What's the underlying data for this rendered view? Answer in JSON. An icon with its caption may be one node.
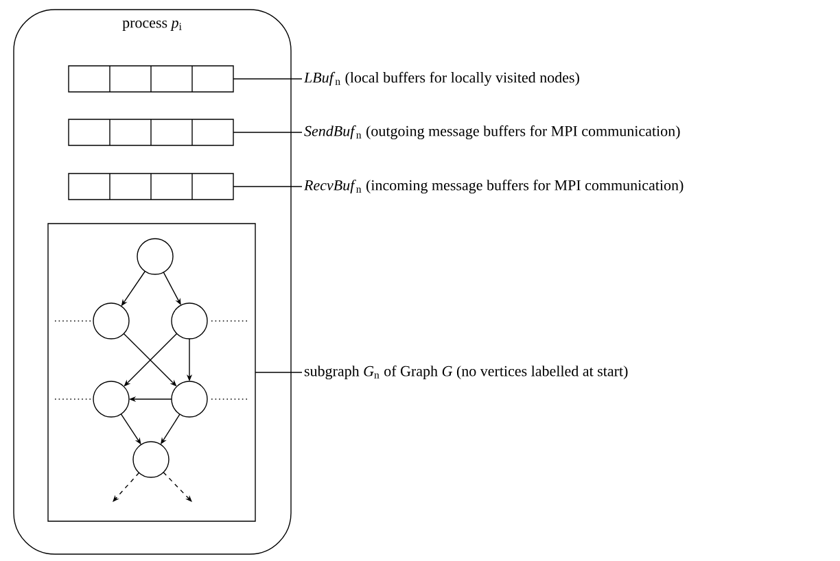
{
  "diagram": {
    "nodes": [
      {
        "text": [
          "process *p*$_{i}$"
        ]
      },
      {
        "text": [],
        "shape": "box",
        "in": 0
      },
      {
        "text": [],
        "shape": "box",
        "in": 0
      },
      {
        "text": [],
        "shape": "box",
        "in": 0
      },
      {
        "text": [],
        "shape": "box",
        "in": 0
      },
      {
        "text": [],
        "shape": "circle",
        "in": 4
      },
      {
        "text": [],
        "shape": "circle",
        "in": 4
      },
      {
        "text": [],
        "shape": "circle",
        "in": 4
      },
      {
        "text": [],
        "shape": "circle",
        "in": 4
      },
      {
        "text": [],
        "shape": "circle",
        "in": 4
      },
      {
        "text": [],
        "shape": "circle",
        "in": 4
      },
      {
        "text": [
          "*LBuf*$_{n}$ (local buffers for locally visited nodes)"
        ]
      },
      {
        "text": [
          "*SendBuf*$_{n}$ (outgoing message buffers for MPI communication)"
        ]
      },
      {
        "text": [
          "*RecvBuf*$_{n}$ (incoming message buffers for MPI communication)"
        ]
      },
      {
        "text": [
          "subgraph *G*$_{n}$ of Graph *G* (no vertices labelled at start)"
        ]
      }
    ],
    "edges": [
      {
        "from": 1,
        "to": 11,
        "arrow": "none"
      },
      {
        "from": 2,
        "to": 12,
        "arrow": "none"
      },
      {
        "from": 3,
        "to": 13,
        "arrow": "none"
      },
      {
        "from": 4,
        "to": 14,
        "arrow": "none"
      },
      {
        "from": 5,
        "to": 6,
        "arrow": "to"
      },
      {
        "from": 5,
        "to": 7,
        "arrow": "to"
      },
      {
        "from": 6,
        "to": 9,
        "arrow": "to"
      },
      {
        "from": 7,
        "to": 8,
        "arrow": "to"
      },
      {
        "from": 7,
        "to": 9,
        "arrow": "to"
      },
      {
        "from": 9,
        "to": 8,
        "arrow": "to"
      },
      {
        "from": 8,
        "to": 10,
        "arrow": "to"
      },
      {
        "from": 9,
        "to": 10,
        "arrow": "to"
      },
      {
        "from": 10,
        "to": null,
        "arrow": "to",
        "style": "dashed"
      },
      {
        "from": 10,
        "to": null,
        "arrow": "to",
        "style": "dashed"
      }
    ]
  }
}
